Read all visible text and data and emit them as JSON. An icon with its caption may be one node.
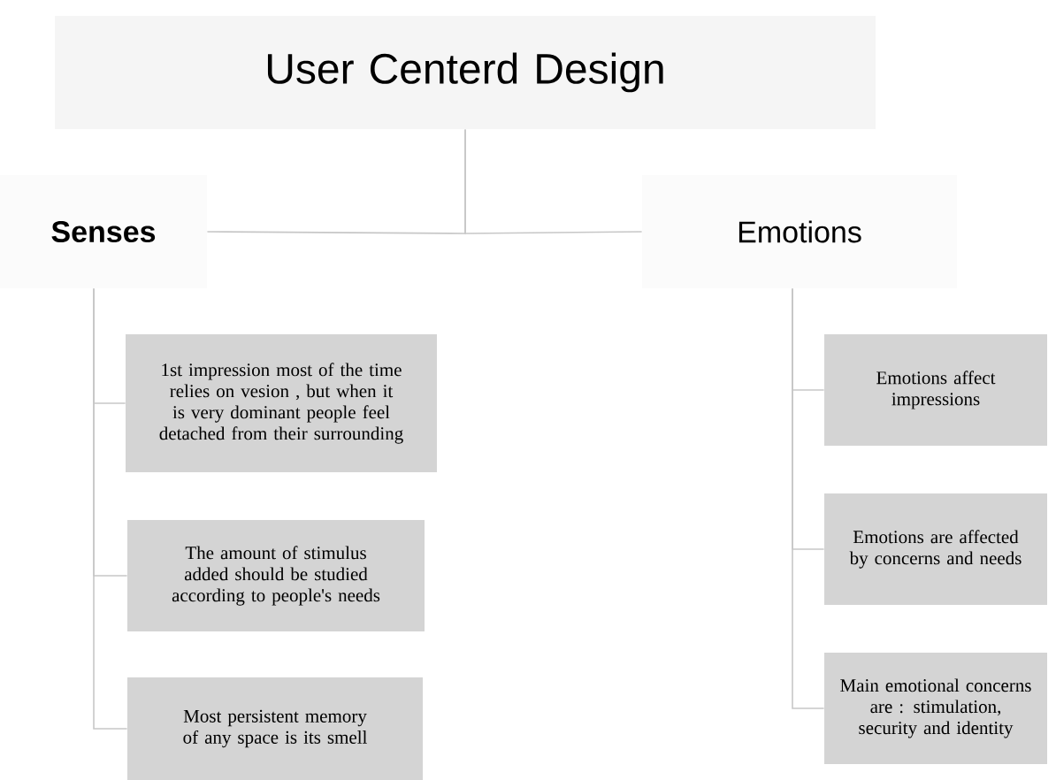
{
  "diagram": {
    "nodes": [
      {
        "text": [
          "User Centerd Design"
        ]
      },
      {
        "text": [
          "Senses"
        ]
      },
      {
        "text": [
          "Emotions"
        ]
      },
      {
        "text": [
          "1st impression   most of the time relies on vesion , but when it is very dominant people feel detached from their surrounding"
        ]
      },
      {
        "text": [
          "The amount of stimulus added should be studied according to people's needs"
        ]
      },
      {
        "text": [
          "Most persistent memory of any space is its smell"
        ]
      },
      {
        "text": [
          "Emotions affect impressions"
        ]
      },
      {
        "text": [
          "Emotions are affected by concerns and needs"
        ]
      },
      {
        "text": [
          "Main emotional concerns are : stimulation, security and identity"
        ]
      }
    ],
    "edges": [
      {
        "from": 0,
        "to": 1,
        "arrow": "none"
      },
      {
        "from": 0,
        "to": 2,
        "arrow": "none"
      },
      {
        "from": 1,
        "to": 3,
        "arrow": "none"
      },
      {
        "from": 1,
        "to": 4,
        "arrow": "none"
      },
      {
        "from": 1,
        "to": 5,
        "arrow": "none"
      },
      {
        "from": 2,
        "to": 6,
        "arrow": "none"
      },
      {
        "from": 2,
        "to": 7,
        "arrow": "none"
      },
      {
        "from": 2,
        "to": 8,
        "arrow": "none"
      }
    ]
  }
}
